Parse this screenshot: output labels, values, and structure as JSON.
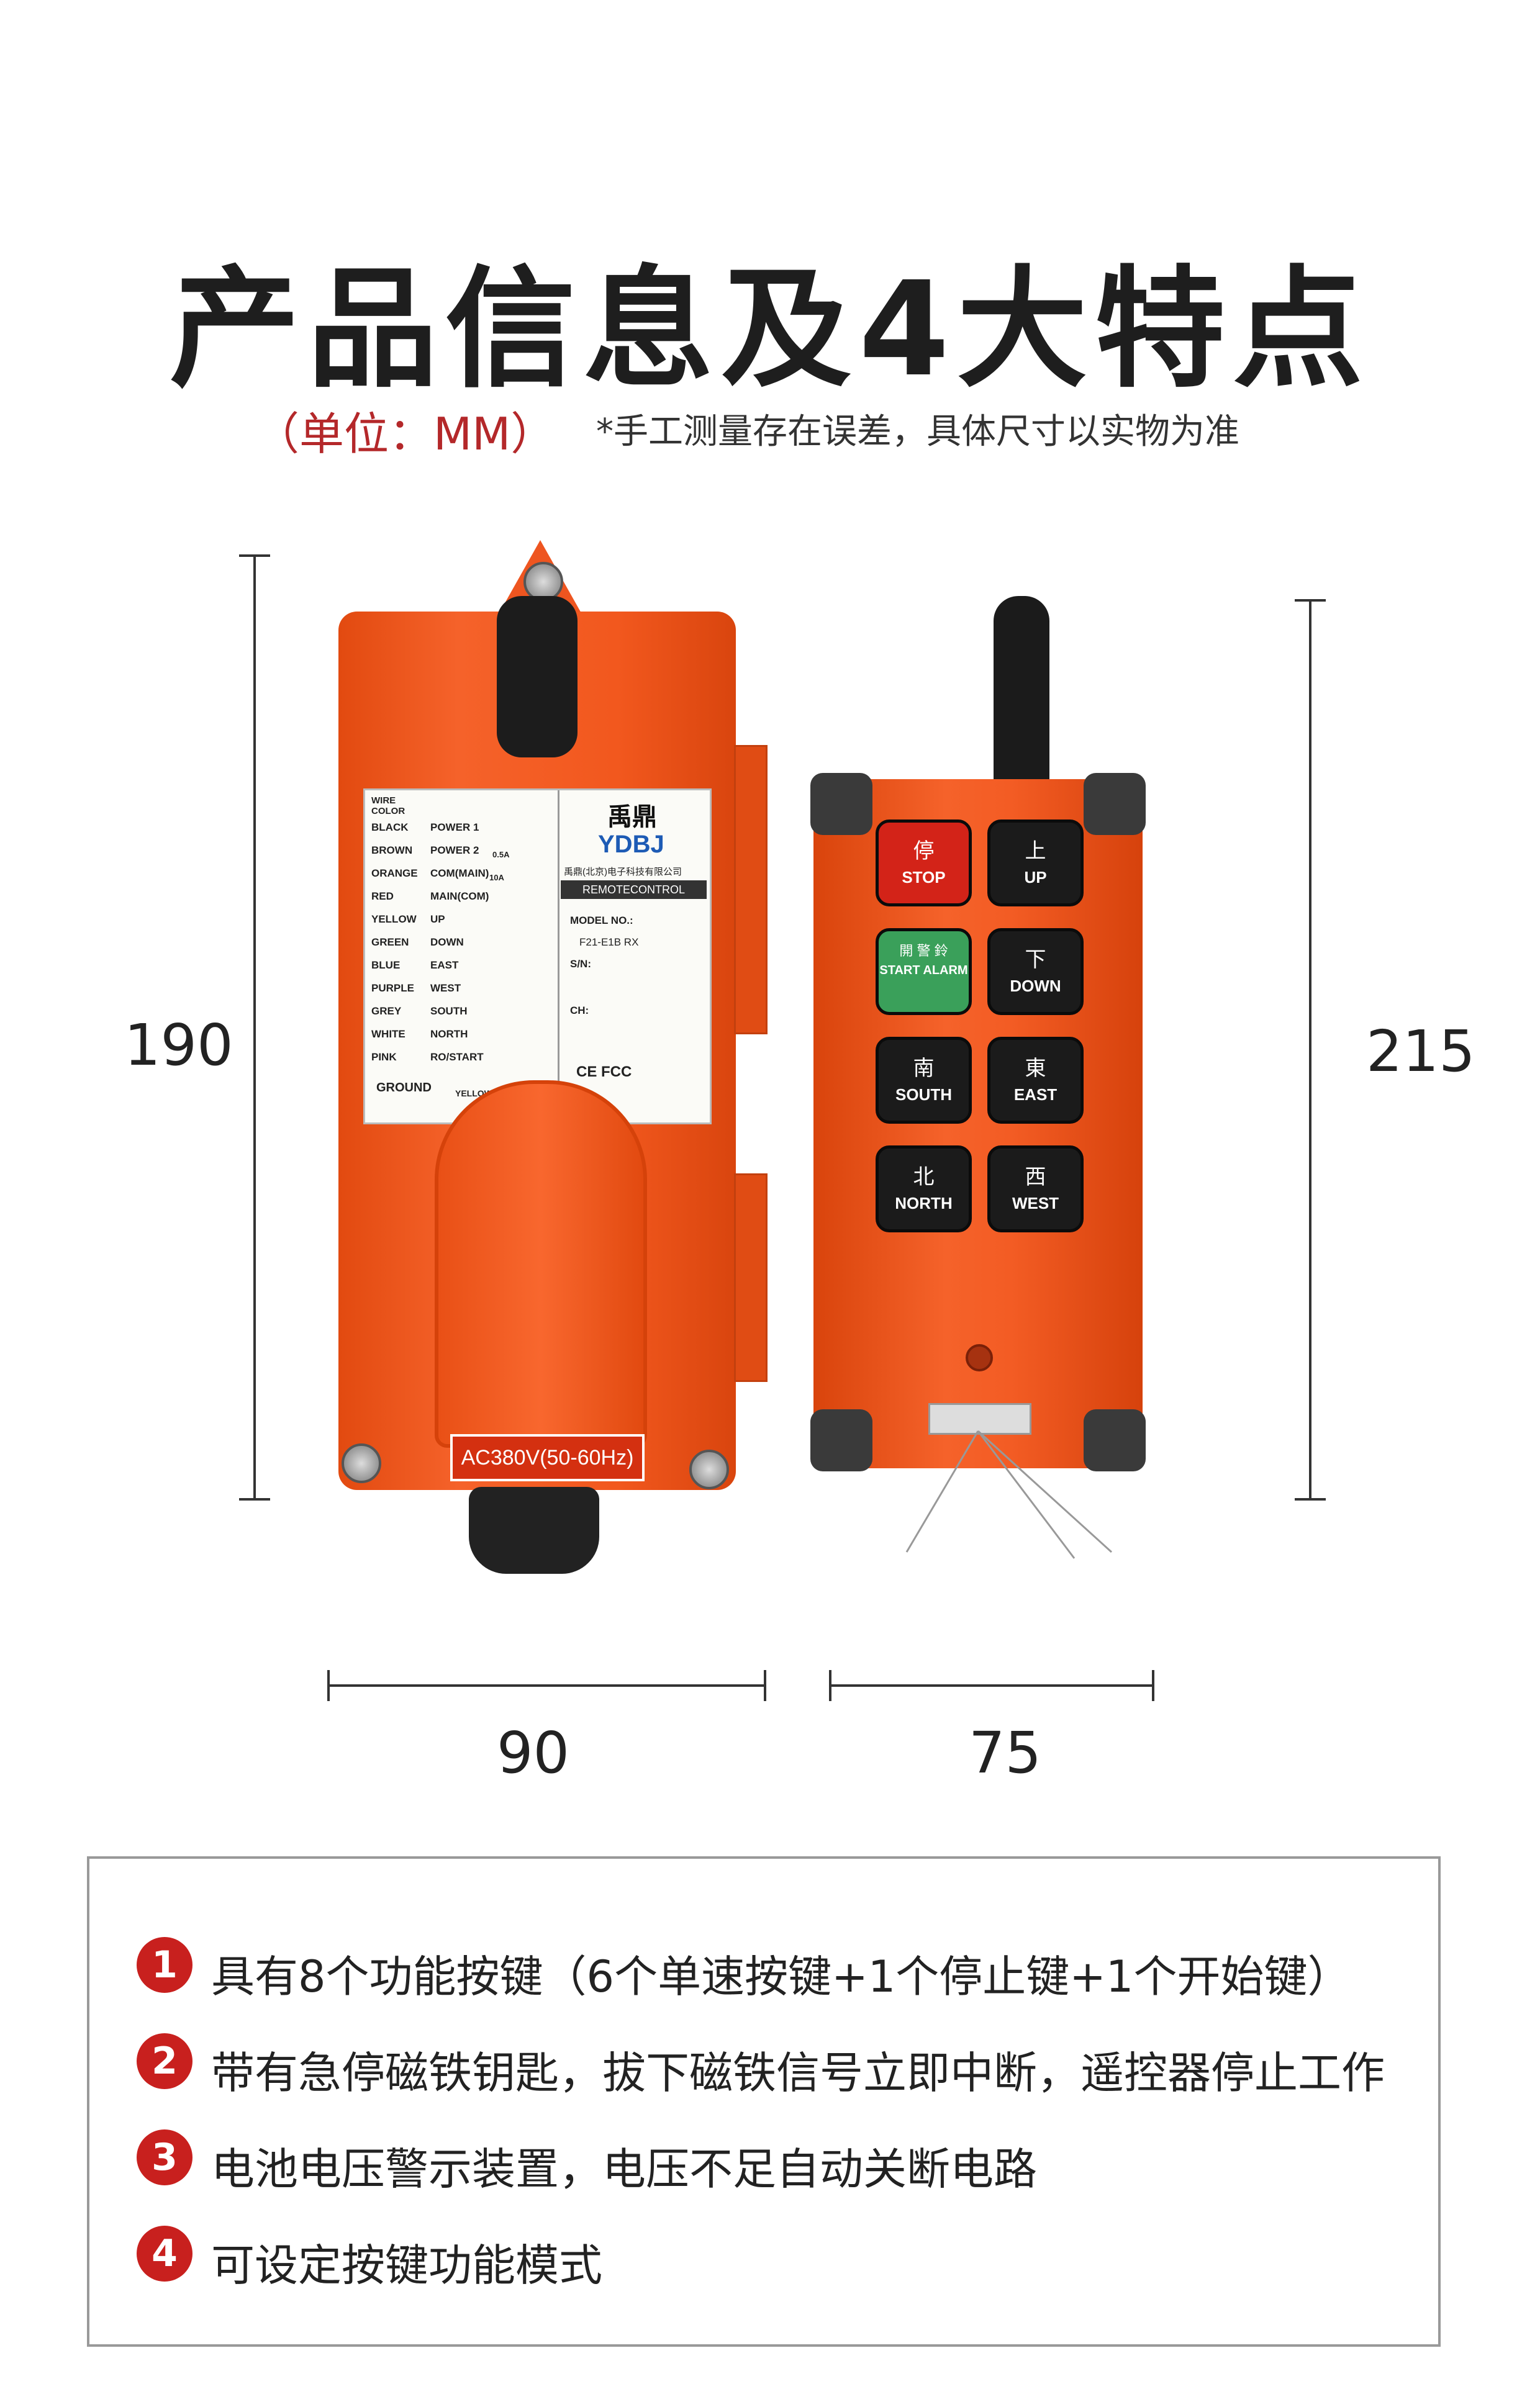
{
  "header": {
    "title": "产品信息及4大特点",
    "unit_note": "（单位：MM）",
    "measure_note": "*手工测量存在误差，具体尺寸以实物为准"
  },
  "dimensions": {
    "receiver_height": "190",
    "receiver_width": "90",
    "transmitter_height": "215",
    "transmitter_width": "75"
  },
  "receiver": {
    "brand_cn": "禹鼎",
    "brand_en": "YDBJ",
    "company": "禹鼎(北京)电子科技有限公司",
    "product": "REMOTECONTROL",
    "model_label": "MODEL NO.:",
    "model": "F21-E1B RX",
    "sn_label": "S/N:",
    "ch_label": "CH:",
    "cert": "CE  FCC",
    "wire_header": "WIRE COLOR",
    "wires": [
      "BLACK",
      "BROWN",
      "ORANGE",
      "RED",
      "YELLOW",
      "GREEN",
      "BLUE",
      "PURPLE",
      "GREY",
      "WHITE",
      "PINK"
    ],
    "functions": [
      "POWER 1",
      "POWER 2",
      "COM(MAIN)",
      "MAIN(COM)",
      "UP",
      "DOWN",
      "EAST",
      "WEST",
      "SOUTH",
      "NORTH",
      "RO/START"
    ],
    "ground": "GROUND",
    "ground_wire": "YELLOW/GREEN",
    "rating_1": "0.5A",
    "rating_2": "10A",
    "voltage": "AC380V(50-60Hz)"
  },
  "transmitter": {
    "keys": [
      {
        "cn": "停",
        "en": "STOP",
        "style": "red"
      },
      {
        "cn": "上",
        "en": "UP",
        "style": "black"
      },
      {
        "cn": "開 警 鈴",
        "en": "START ALARM",
        "style": "green"
      },
      {
        "cn": "下",
        "en": "DOWN",
        "style": "black"
      },
      {
        "cn": "南",
        "en": "SOUTH",
        "style": "black"
      },
      {
        "cn": "東",
        "en": "EAST",
        "style": "black"
      },
      {
        "cn": "北",
        "en": "NORTH",
        "style": "black"
      },
      {
        "cn": "西",
        "en": "WEST",
        "style": "black"
      }
    ]
  },
  "features": [
    {
      "num": "1",
      "text": "具有8个功能按键（6个单速按键+1个停止键+1个开始键）"
    },
    {
      "num": "2",
      "text": "带有急停磁铁钥匙，拔下磁铁信号立即中断，遥控器停止工作"
    },
    {
      "num": "3",
      "text": "电池电压警示装置，电压不足自动关断电路"
    },
    {
      "num": "4",
      "text": "可设定按键功能模式"
    }
  ],
  "colors": {
    "accent_red": "#c8201e",
    "body_orange": "#f05a1c"
  }
}
